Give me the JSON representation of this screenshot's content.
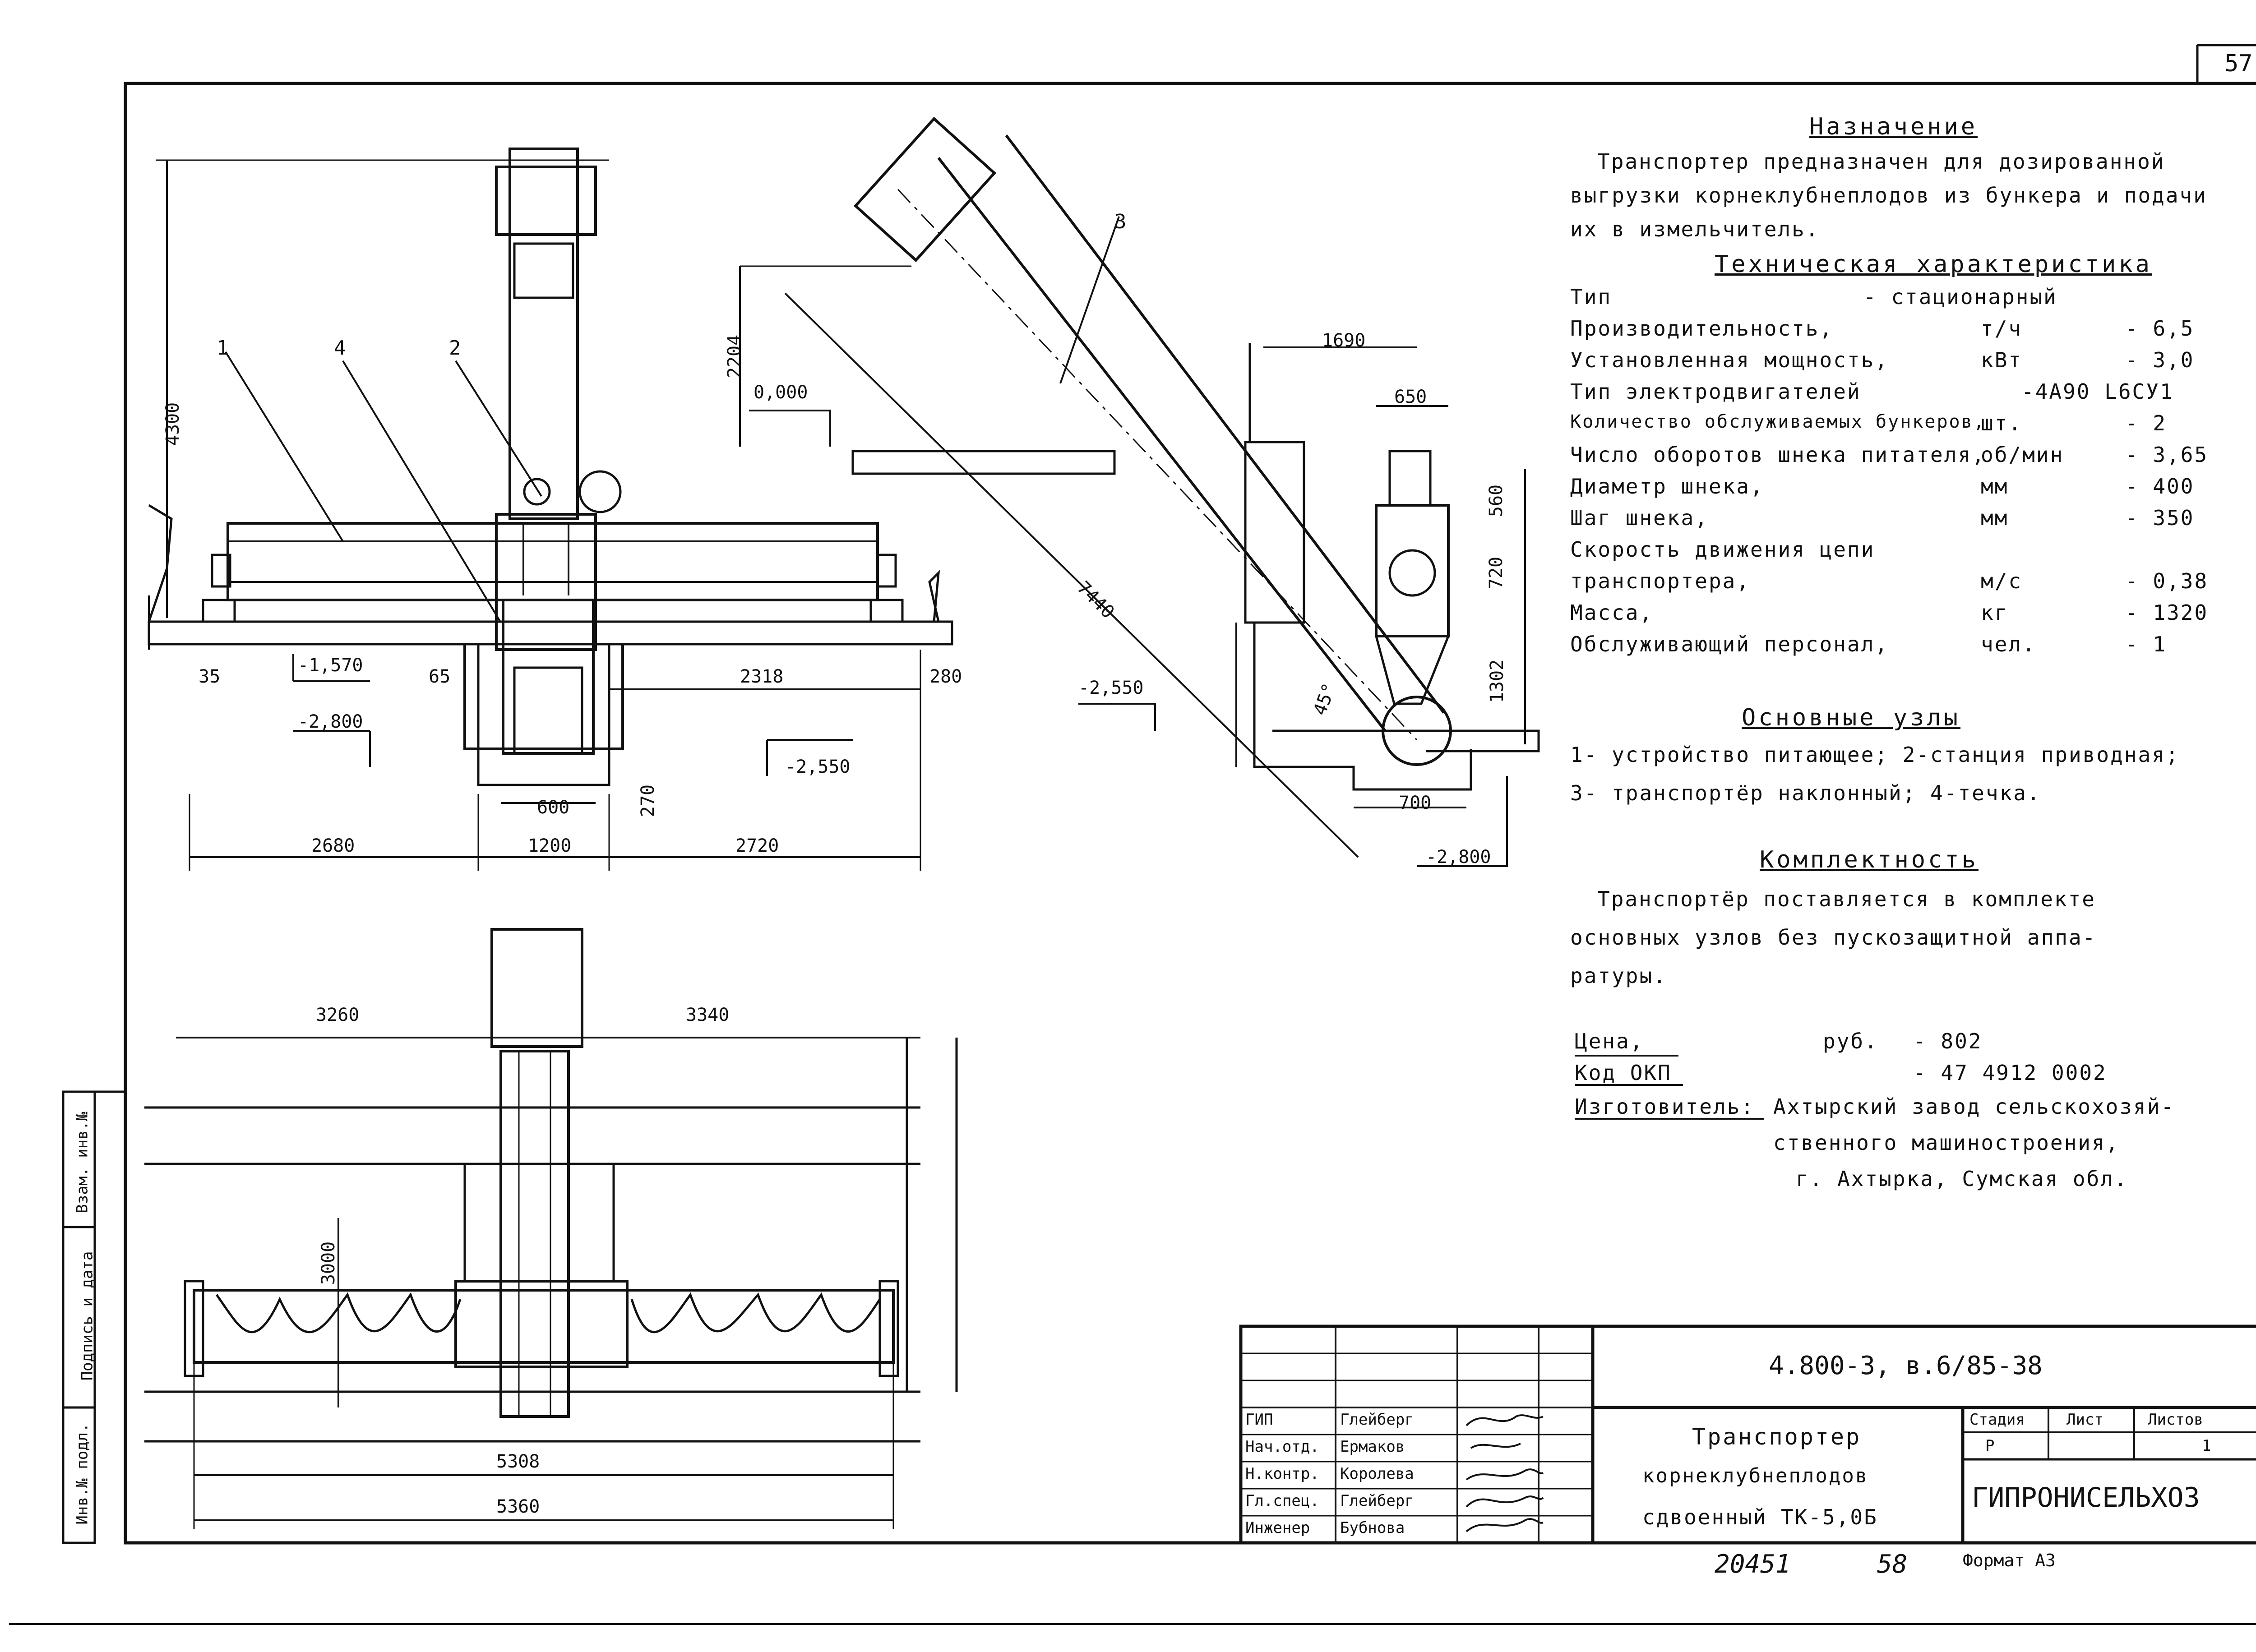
{
  "sheet": {
    "page_number": "57"
  },
  "purpose": {
    "heading": "Назначение",
    "lines": [
      "Транспортер предназначен для дозированной",
      "выгрузки корнеклубнеплодов из бункера и подачи",
      "их в измельчитель."
    ]
  },
  "specs": {
    "heading": "Техническая характеристика",
    "rows": [
      {
        "name": "Тип",
        "unit": "",
        "value": "- стационарный"
      },
      {
        "name": "Производительность,",
        "unit": "т/ч",
        "value": "- 6,5"
      },
      {
        "name": "Установленная мощность,",
        "unit": "кВт",
        "value": "- 3,0"
      },
      {
        "name": "Тип электродвигателей",
        "unit": "",
        "value": "-4А90 L6СУ1"
      },
      {
        "name": "Количество обслуживаемых бункеров,",
        "unit": "шт.",
        "value": "- 2"
      },
      {
        "name": "Число оборотов шнека питателя,",
        "unit": "об/мин",
        "value": "- 3,65"
      },
      {
        "name": "Диаметр шнека,",
        "unit": "мм",
        "value": "- 400"
      },
      {
        "name": "Шаг шнека,",
        "unit": "мм",
        "value": "- 350"
      },
      {
        "name": "Скорость движения цепи",
        "unit": "",
        "value": ""
      },
      {
        "name": "транспортера,",
        "unit": "м/с",
        "value": "- 0,38"
      },
      {
        "name": "Масса,",
        "unit": "кг",
        "value": "- 1320"
      },
      {
        "name": "Обслуживающий персонал,",
        "unit": "чел.",
        "value": "- 1"
      }
    ]
  },
  "units": {
    "heading": "Основные узлы",
    "lines": [
      "1- устройство питающее; 2-станция приводная;",
      "3- транспортёр наклонный; 4-течка."
    ]
  },
  "completeness": {
    "heading": "Комплектность",
    "lines": [
      "Транспортёр поставляется в комплекте",
      "основных узлов без пускозащитной аппа-",
      "ратуры."
    ]
  },
  "commercial": {
    "price_label": "Цена,",
    "price_unit": "руб.",
    "price_value": "- 802",
    "okp_label": "Код ОКП",
    "okp_value": "- 47 4912 0002",
    "maker_label": "Изготовитель:",
    "maker_lines": [
      "Ахтырский завод сельскохозяй-",
      "ственного машиностроения,",
      "г. Ахтырка, Сумская обл."
    ]
  },
  "dims_front": [
    "4300",
    "-1,570",
    "65",
    "2318",
    "280",
    "35",
    "-2,800",
    "-2,550",
    "600",
    "270",
    "2680",
    "1200",
    "2720"
  ],
  "dims_side": [
    "2204",
    "0,000",
    "7440",
    "-2,550",
    "45°",
    "1690",
    "650",
    "560",
    "720",
    "1302",
    "700",
    "-2,800"
  ],
  "dims_plan": [
    "3260",
    "3340",
    "3000",
    "5308",
    "5360"
  ],
  "callouts": [
    "1",
    "4",
    "2",
    "3"
  ],
  "stamp": {
    "code": "4.800-3, в.6/85-38",
    "title_lines": [
      "Транспортер",
      "корнеклубнеплодов",
      "сдвоенный ТК-5,0Б"
    ],
    "roles": [
      {
        "role": "ГИП",
        "name": "Глейберг"
      },
      {
        "role": "Нач.отд.",
        "name": "Ермаков"
      },
      {
        "role": "Н.контр.",
        "name": "Королева"
      },
      {
        "role": "Гл.спец.",
        "name": "Глейберг"
      },
      {
        "role": "Инженер",
        "name": "Бубнова"
      }
    ],
    "stage_label": "Стадия",
    "sheet_label": "Лист",
    "sheets_label": "Листов",
    "stage_value": "Р",
    "sheet_value": "",
    "sheets_value": "1",
    "org": "ГИПРОНИСЕЛЬХОЗ",
    "format": "Формат А3",
    "handwritten_1": "20451",
    "handwritten_2": "58"
  },
  "side_stamp": [
    "Инв.№ подл.",
    "Подпись и дата",
    "Взам. инв.№"
  ]
}
